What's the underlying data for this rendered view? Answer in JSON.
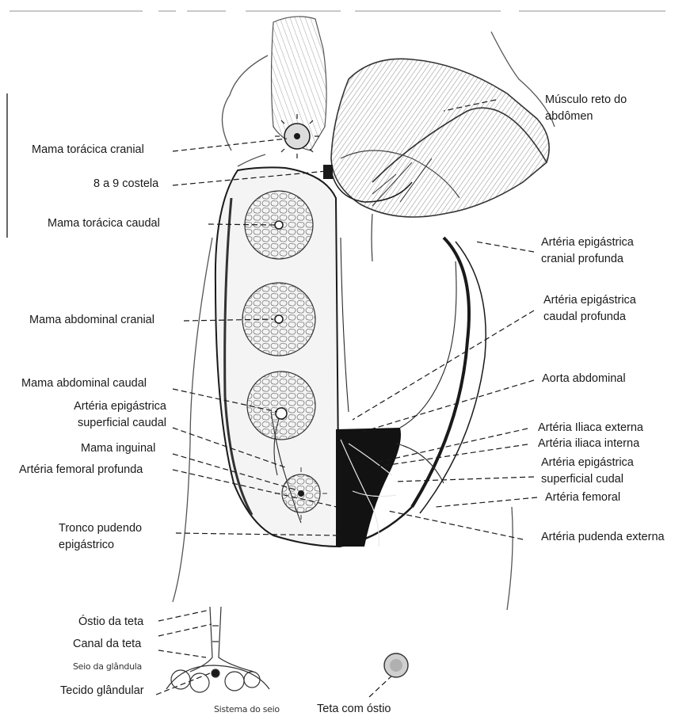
{
  "labels": {
    "musculo_reto": [
      "Músculo reto do",
      "abdômen"
    ],
    "mama_toracica_cranial": "Mama torácica cranial",
    "costela": "8 a 9 costela",
    "mama_toracica_caudal": "Mama torácica caudal",
    "art_epi_cranial_profunda": [
      "Artéria epigástrica",
      "cranial profunda"
    ],
    "mama_abdominal_cranial": "Mama abdominal cranial",
    "art_epi_caudal_profunda": [
      "Artéria epigástrica",
      "caudal profunda"
    ],
    "aorta": "Aorta abdominal",
    "mama_abdominal_caudal": "Mama abdominal caudal",
    "art_epi_superficial_caudal": [
      "Artéria epigástrica",
      "superficial caudal"
    ],
    "art_iliaca_externa": "Artéria Iliaca externa",
    "art_iliaca_interna": "Artéria iliaca interna",
    "mama_inguinal": "Mama inguinal",
    "art_epi_superficial_cudal": [
      "Artéria epigástrica",
      "superficial cudal"
    ],
    "art_femoral_profunda": "Artéria femoral profunda",
    "art_femoral": "Artéria femoral",
    "tronco_pudendo": [
      "Tronco pudendo",
      "epigástrico"
    ],
    "art_pudenda_externa": "Artéria pudenda externa",
    "ostio_teta": "Óstio da teta",
    "canal_teta": "Canal da teta",
    "seio_glandula": "Seio da glândula",
    "tecido_glandular": "Tecido glândular",
    "sistema_seio": "Sistema do seio",
    "teta_ostio": "Teta com óstio"
  },
  "colors": {
    "ink": "#1a1a1a",
    "pencil": "#555555",
    "shadow": "#121212",
    "paper": "#ffffff"
  }
}
